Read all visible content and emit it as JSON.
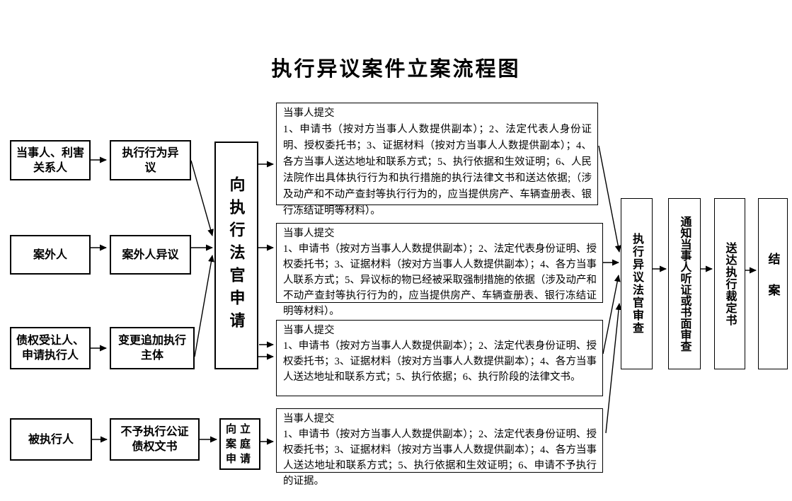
{
  "title": "执行异议案件立案流程图",
  "nodes": {
    "party": {
      "label": "当事人、利害\n关系人"
    },
    "conduct_objection": {
      "label": "执行行为异\n议"
    },
    "outsider": {
      "label": "案外人"
    },
    "outsider_objection": {
      "label": "案外人异议"
    },
    "assignee": {
      "label": "债权受让人、\n申请执行人"
    },
    "change_subject": {
      "label": "变更追加执行\n主体"
    },
    "executee": {
      "label": "被执行人"
    },
    "notarized": {
      "label": "不予执行公证\n债权文书"
    },
    "filing_division": {
      "label": "向立\n案庭\n申请"
    },
    "enforcement_judge": {
      "label": "向执行法官申请"
    },
    "judge_review": {
      "label": "执行异议法官审查"
    },
    "notify": {
      "label": "通知当事人听证或书面审查"
    },
    "serve": {
      "label": "送达执行裁定书"
    },
    "closed": {
      "label": "结案"
    }
  },
  "submissions": {
    "s1": {
      "header": "当事人提交",
      "body": "1、申请书（按对方当事人人数提供副本）；2、法定代表人身份证明、授权委托书；3、证据材料（按对方当事人人数提供副本）；4、各方当事人送达地址和联系方式；5、执行依据和生效证明；6、人民法院作出具体执行行为和执行措施的执行法律文书和送达依据;（涉及动产和不动产查封等执行行为的，应当提供房产、车辆查册表、银行冻结证明等材料）。"
    },
    "s2": {
      "header": "当事人提交",
      "body": "1、申请书（按对方当事人人数提供副本）；2、法定代表身份证明、授权委托书；3、证据材料（按对方当事人人数提供副本）；4、各方当事人联系方式；5、异议标的物已经被采取强制措施的依据（涉及动产和不动产查封等执行行为的，应当提供房产、车辆查册表、银行冻结证明等材料）。"
    },
    "s3": {
      "header": "当事人提交",
      "body": "1、申请书（按对方当事人人数提供副本）；2、法定代表身份证明、授权委托书；3、证据材料（按对方当事人人数提供副本）；4、各方当事人送达地址和联系方式；5、执行依据；6、执行阶段的法律文书。"
    },
    "s4": {
      "header": "当事人提交",
      "body": "1、申请书（按对方当事人人数提供副本）；2、法定代表身份证明、授权委托书；3、证据材料（按对方当事人人数提供副本）；4、各方当事人送达地址和联系方式；5、执行依据和生效证明；6、申请不予执行的证据。"
    }
  },
  "edges": [
    {
      "from": "party",
      "to": "conduct_objection"
    },
    {
      "from": "outsider",
      "to": "outsider_objection"
    },
    {
      "from": "assignee",
      "to": "change_subject"
    },
    {
      "from": "executee",
      "to": "notarized"
    },
    {
      "from": "notarized",
      "to": "filing_division"
    },
    {
      "from": "conduct_objection",
      "to": "enforcement_judge"
    },
    {
      "from": "outsider_objection",
      "to": "enforcement_judge"
    },
    {
      "from": "change_subject",
      "to": "enforcement_judge"
    },
    {
      "from": "enforcement_judge",
      "to": "s1"
    },
    {
      "from": "enforcement_judge",
      "to": "s2"
    },
    {
      "from": "enforcement_judge",
      "to": "s3"
    },
    {
      "from": "filing_division",
      "to": "s4"
    },
    {
      "from": "s1",
      "to": "judge_review"
    },
    {
      "from": "s2",
      "to": "judge_review"
    },
    {
      "from": "s3",
      "to": "judge_review"
    },
    {
      "from": "s4",
      "to": "judge_review"
    },
    {
      "from": "judge_review",
      "to": "notify"
    },
    {
      "from": "notify",
      "to": "serve"
    },
    {
      "from": "serve",
      "to": "closed"
    }
  ],
  "colors": {
    "line": "#000000",
    "background": "#ffffff"
  }
}
